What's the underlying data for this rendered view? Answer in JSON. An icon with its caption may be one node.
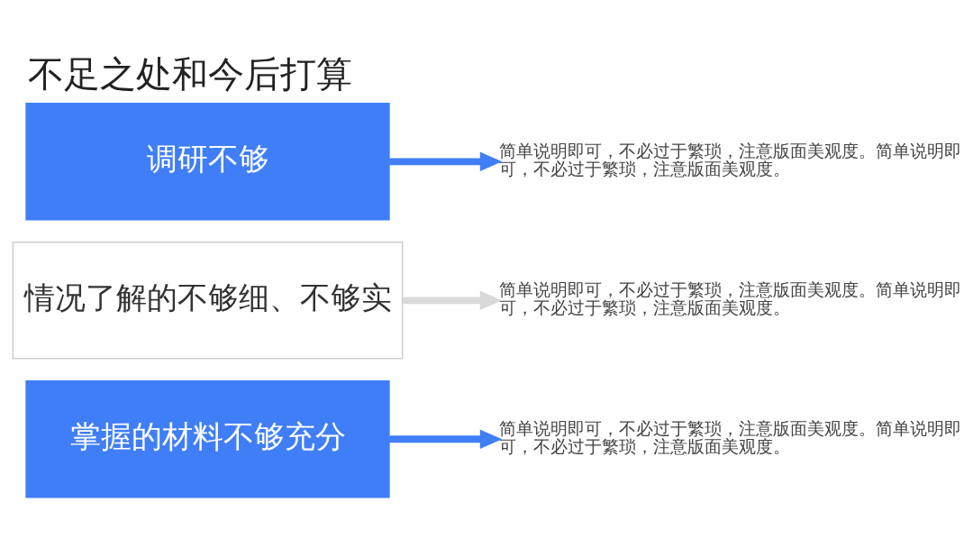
{
  "diagram": {
    "title": "不足之处和今后打算",
    "nodes": [
      {
        "text": [
          "调研不够"
        ]
      },
      {
        "text": [
          "简单说明即可，不必过于繁琐，注意版面美观度。简单说明即可，不必过于繁琐，注意版面美观度。"
        ]
      },
      {
        "text": [
          "情况了解的不够细、不够实"
        ]
      },
      {
        "text": [
          "简单说明即可，不必过于繁琐，注意版面美观度。简单说明即可，不必过于繁琐，注意版面美观度。"
        ]
      },
      {
        "text": [
          "掌握的材料不够充分"
        ]
      },
      {
        "text": [
          "简单说明即可，不必过于繁琐，注意版面美观度。简单说明即可，不必过于繁琐，注意版面美观度。"
        ]
      }
    ],
    "edges": [
      {
        "from": 0,
        "to": 1,
        "arrow": "to"
      },
      {
        "from": 2,
        "to": 3,
        "arrow": "to",
        "color": "#d9d9d9"
      },
      {
        "from": 4,
        "to": 5,
        "arrow": "to"
      }
    ]
  }
}
